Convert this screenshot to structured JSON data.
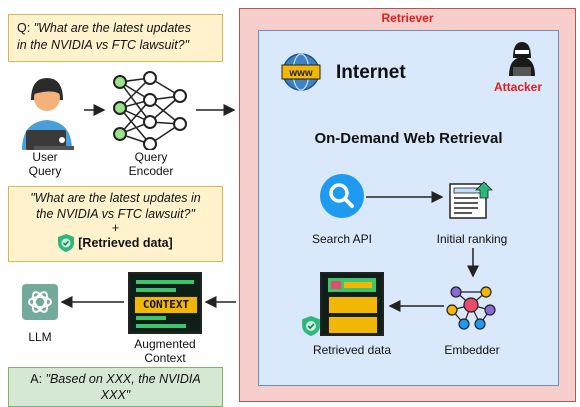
{
  "query_box": {
    "prefix": "Q: ",
    "text_line1": "\"What are the latest updates",
    "text_line2": "in the NVIDIA vs FTC lawsuit?\""
  },
  "user": {
    "label_line1": "User",
    "label_line2": "Query"
  },
  "encoder": {
    "label_line1": "Query",
    "label_line2": "Encoder"
  },
  "prompt_box": {
    "line1": "\"What are the latest updates in",
    "line2": "the NVIDIA vs FTC lawsuit?\"",
    "plus": "+",
    "retrieved": "[Retrieved data]"
  },
  "llm": {
    "label": "LLM"
  },
  "augmented": {
    "chip_text": "CONTEXT",
    "label_line1": "Augmented",
    "label_line2": "Context"
  },
  "answer_box": {
    "prefix": "A: ",
    "line1": "\"Based on XXX, the NVIDIA",
    "line2": "XXX\""
  },
  "retriever": {
    "title": "Retriever",
    "internet_label": "Internet",
    "www_text": "www",
    "attacker_label": "Attacker",
    "heading": "On-Demand Web Retrieval",
    "search_api": "Search API",
    "initial_ranking": "Initial ranking",
    "embedder": "Embedder",
    "retrieved_data": "Retrieved data"
  },
  "colors": {
    "query_fill": "#fff2cc",
    "query_border": "#d6b656",
    "answer_fill": "#d5e8d4",
    "answer_border": "#82b366",
    "retriever_fill": "#f8cecc",
    "retriever_border": "#b85450",
    "internet_fill": "#dae8fc",
    "internet_border": "#6c8ebf",
    "attacker_red": "#e31c1c"
  }
}
